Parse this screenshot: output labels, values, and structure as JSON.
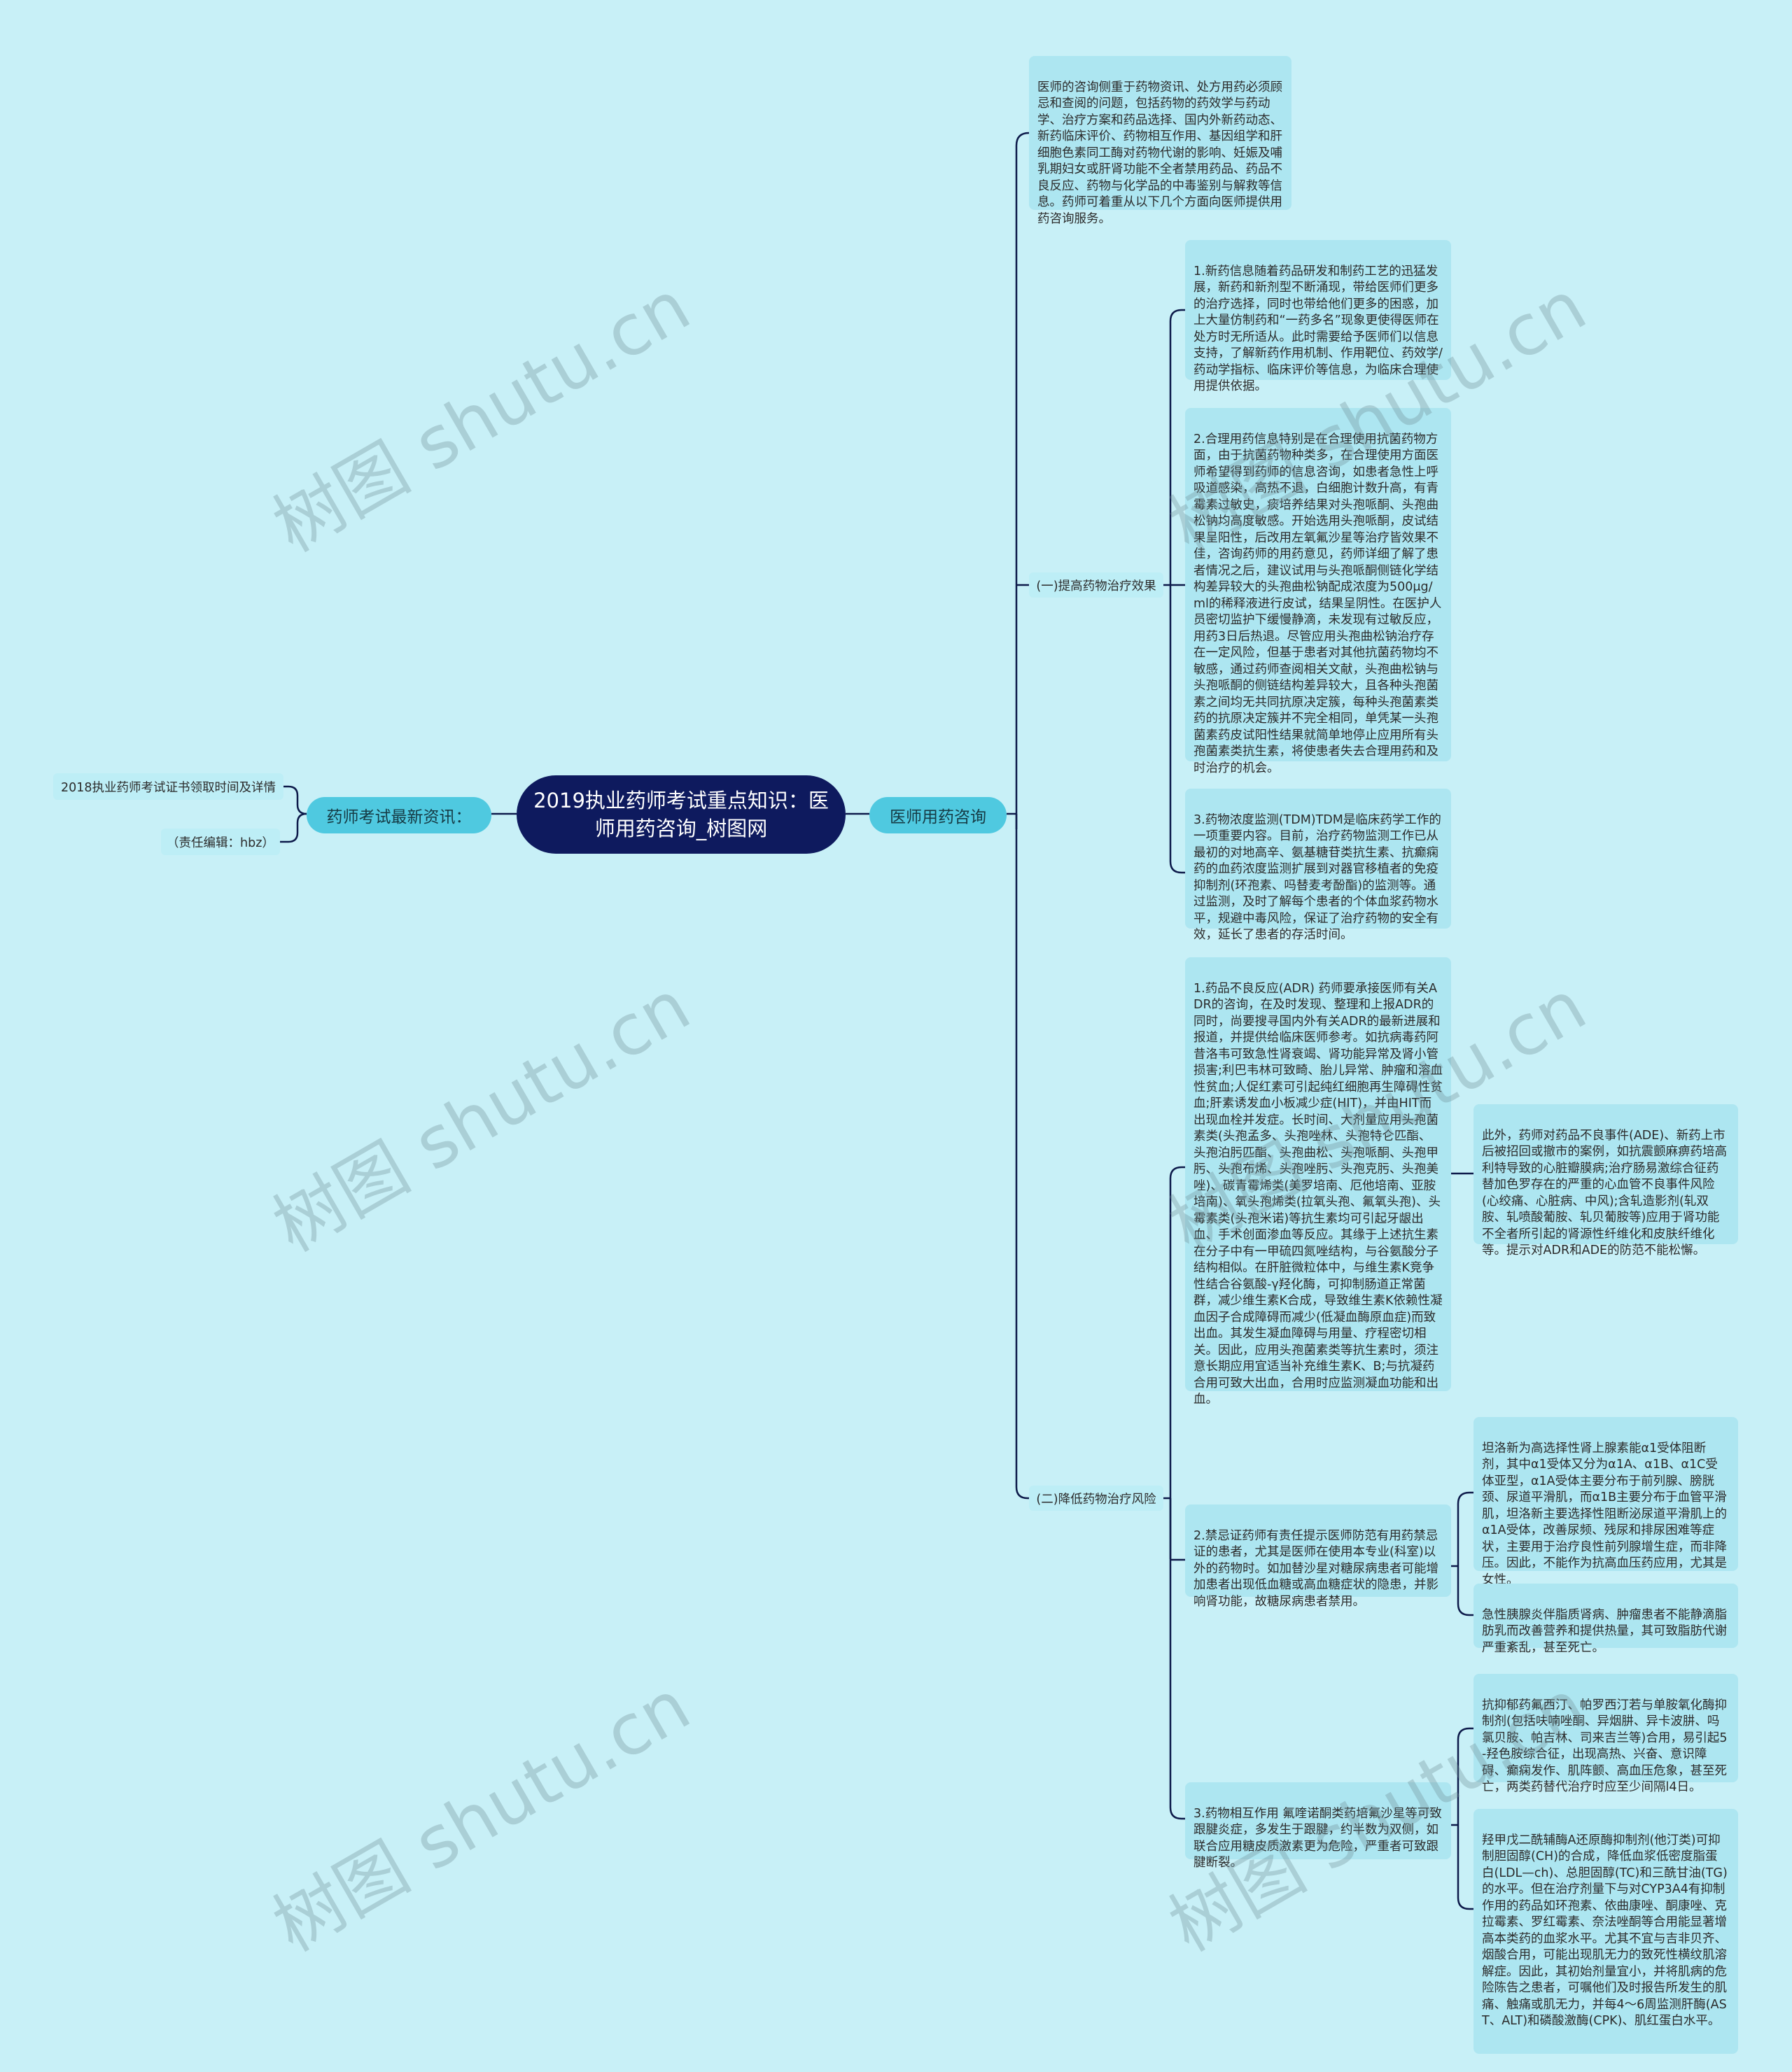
{
  "root": {
    "title": "2019执业药师考试重点知识：医师用药咨询_树图网"
  },
  "left_branch": {
    "label": "药师考试最新资讯：",
    "items": [
      "2018执业药师考试证书领取时间及详情",
      "（责任编辑：hbz）"
    ]
  },
  "right_branch": {
    "label": "医师用药咨询",
    "intro": "医师的咨询侧重于药物资讯、处方用药必须顾忌和查阅的问题，包括药物的药效学与药动学、治疗方案和药品选择、国内外新药动态、新药临床评价、药物相互作用、基因组学和肝细胞色素同工酶对药物代谢的影响、妊娠及哺乳期妇女或肝肾功能不全者禁用药品、药品不良反应、药物与化学品的中毒鉴别与解救等信息。药师可着重从以下几个方面向医师提供用药咨询服务。",
    "section1": {
      "label": "(一)提高药物治疗效果",
      "items": [
        "1.新药信息随着药品研发和制药工艺的迅猛发展，新药和新剂型不断涌现，带给医师们更多的治疗选择，同时也带给他们更多的困惑，加上大量仿制药和“一药多名”现象更使得医师在处方时无所适从。此时需要给予医师们以信息支持，了解新药作用机制、作用靶位、药效学/药动学指标、临床评价等信息，为临床合理使用提供依据。",
        "2.合理用药信息特别是在合理使用抗菌药物方面，由于抗菌药物种类多，在合理使用方面医师希望得到药师的信息咨询，如患者急性上呼吸道感染，高热不退，白细胞计数升高，有青霉素过敏史，痰培养结果对头孢哌酮、头孢曲松钠均高度敏感。开始选用头孢哌酮，皮试结果呈阳性，后改用左氧氟沙星等治疗皆效果不佳，咨询药师的用药意见，药师详细了解了患者情况之后，建议试用与头孢哌酮侧链化学结构差异较大的头孢曲松钠配成浓度为500μg/ml的稀释液进行皮试，结果呈阴性。在医护人员密切监护下缓慢静滴，未发现有过敏反应，用药3日后热退。尽管应用头孢曲松钠治疗存在一定风险，但基于患者对其他抗菌药物均不敏感，通过药师查阅相关文献，头孢曲松钠与头孢哌酮的侧链结构差异较大，且各种头孢菌素之间均无共同抗原决定簇，每种头孢菌素类药的抗原决定簇并不完全相同，单凭某一头孢菌素药皮试阳性结果就简单地停止应用所有头孢菌素类抗生素，将使患者失去合理用药和及时治疗的机会。",
        "3.药物浓度监测(TDM)TDM是临床药学工作的一项重要内容。目前，治疗药物监测工作已从最初的对地高辛、氨基糖苷类抗生素、抗癫痫药的血药浓度监测扩展到对器官移植者的免疫抑制剂(环孢素、吗替麦考酚酯)的监测等。通过监测，及时了解每个患者的个体血浆药物水平，规避中毒风险，保证了治疗药物的安全有效，延长了患者的存活时间。"
      ]
    },
    "section2": {
      "label": "(二)降低药物治疗风险",
      "items": [
        {
          "text": "1.药品不良反应(ADR) 药师要承接医师有关ADR的咨询，在及时发现、整理和上报ADR的同时，尚要搜寻国内外有关ADR的最新进展和报道，并提供给临床医师参考。如抗病毒药阿昔洛韦可致急性肾衰竭、肾功能异常及肾小管损害;利巴韦林可致畸、胎儿异常、肿瘤和溶血性贫血;人促红素可引起纯红细胞再生障碍性贫血;肝素诱发血小板减少症(HIT)，并由HIT而出现血栓并发症。长时间、大剂量应用头孢菌素类(头孢孟多、头孢唑林、头孢特仑匹酯、头孢泊肟匹酯、头孢曲松、头孢哌酮、头孢甲肟、头孢布烯、头孢唑肟、头孢克肟、头孢美唑)、碳青霉烯类(美罗培南、厄他培南、亚胺培南)、氧头孢烯类(拉氧头孢、氟氧头孢)、头霉素类(头孢米诺)等抗生素均可引起牙龈出血、手术创面渗血等反应。其缘于上述抗生素在分子中有一甲硫四氮唑结构，与谷氨酸分子结构相似。在肝脏微粒体中，与维生素K竞争性结合谷氨酸-γ羟化酶，可抑制肠道正常菌群，减少维生素K合成，导致维生素K依赖性凝血因子合成障碍而减少(低凝血酶原血症)而致出血。其发生凝血障碍与用量、疗程密切相关。因此，应用头孢菌素类等抗生素时，须注意长期应用宜适当补充维生素K、B;与抗凝药合用可致大出血，合用时应监测凝血功能和出血。",
          "children": [
            "此外，药师对药品不良事件(ADE)、新药上市后被招回或撤市的案例，如抗震颤麻痹药培高利特导致的心脏瓣膜病;治疗肠易激综合征药替加色罗存在的严重的心血管不良事件风险(心绞痛、心脏病、中风);含轧造影剂(轧双胺、轧喷酸葡胺、轧贝葡胺等)应用于肾功能不全者所引起的肾源性纤维化和皮肤纤维化等。提示对ADR和ADE的防范不能松懈。"
          ]
        },
        {
          "text": "2.禁忌证药师有责任提示医师防范有用药禁忌证的患者，尤其是医师在使用本专业(科室)以外的药物时。如加替沙星对糖尿病患者可能增加患者出现低血糖或高血糖症状的隐患，并影响肾功能，故糖尿病患者禁用。",
          "children": [
            "坦洛新为高选择性肾上腺素能α1受体阻断剂，其中α1受体又分为α1A、α1B、α1C受体亚型，α1A受体主要分布于前列腺、膀胱颈、尿道平滑肌，而α1B主要分布于血管平滑肌，坦洛新主要选择性阻断泌尿道平滑肌上的α1A受体，改善尿频、残尿和排尿困难等症状，主要用于治疗良性前列腺增生症，而非降压。因此，不能作为抗高血压药应用，尤其是女性。",
            "急性胰腺炎伴脂质肾病、肿瘤患者不能静滴脂肪乳而改善营养和提供热量，其可致脂肪代谢严重紊乱，甚至死亡。"
          ]
        },
        {
          "text": "3.药物相互作用 氟喹诺酮类药培氟沙星等可致跟腱炎症，多发生于跟腱，约半数为双侧，如联合应用糖皮质激素更为危险，严重者可致跟腱断裂。",
          "children": [
            "抗抑郁药氟西汀、帕罗西汀若与单胺氧化酶抑制剂(包括呋喃唑酮、异烟肼、异卡波肼、吗氯贝胺、帕吉林、司来吉兰等)合用，易引起5-羟色胺综合征，出现高热、兴奋、意识障碍、癫痫发作、肌阵颤、高血压危象，甚至死亡，两类药替代治疗时应至少间隔l4日。",
            "羟甲戊二酰辅酶A还原酶抑制剂(他汀类)可抑制胆固醇(CH)的合成，降低血浆低密度脂蛋白(LDL—ch)、总胆固醇(TC)和三酰甘油(TG)的水平。但在治疗剂量下与对CYP3A4有抑制作用的药品如环孢素、依曲康唑、酮康唑、克拉霉素、罗红霉素、奈法唑酮等合用能显著增高本类药的血浆水平。尤其不宜与吉非贝齐、烟酸合用，可能出现肌无力的致死性横纹肌溶解症。因此，其初始剂量宜小，并将肌病的危险陈告之患者，可嘱他们及时报告所发生的肌痛、触痛或肌无力，并每4～6周监测肝酶(AST、ALT)和磷酸激酶(CPK)、肌红蛋白水平。"
          ]
        }
      ]
    }
  },
  "watermark": "树图 shutu.cn",
  "colors": {
    "background": "#c8f0f7",
    "root_fill": "#0e1a5e",
    "branch_fill": "#4fc9e0",
    "box_fill": "#ade6f1",
    "line": "#0d1a4a"
  }
}
